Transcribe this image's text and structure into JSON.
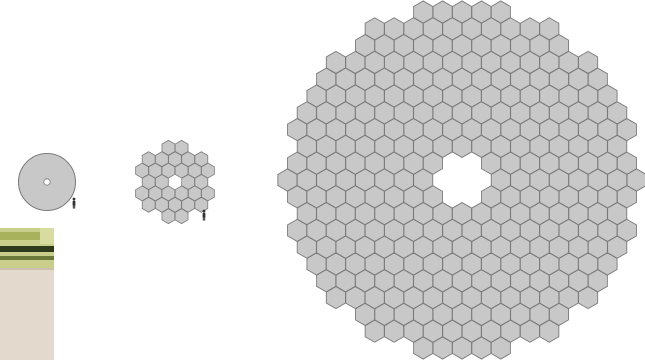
{
  "mirrors": [
    {
      "id": "monolithic",
      "segmented": false,
      "central_hole": true,
      "human_figure": true
    },
    {
      "id": "small-segmented",
      "segmented": true,
      "central_hole": true,
      "human_figure": true
    },
    {
      "id": "large-segmented",
      "segmented": true,
      "central_hole": true,
      "human_figure": false
    }
  ],
  "photo": {
    "subject": "photo-fragment"
  },
  "colors": {
    "background": "#ffffff",
    "mirror_fill": "#c8c8c8",
    "mirror_stroke": "#7a7a7a",
    "hole_fill": "#ffffff",
    "person": "#333333",
    "photo_top": "#c9cf8a",
    "photo_dark": "#2f3a1c",
    "photo_bottom": "#e3d9cd"
  }
}
